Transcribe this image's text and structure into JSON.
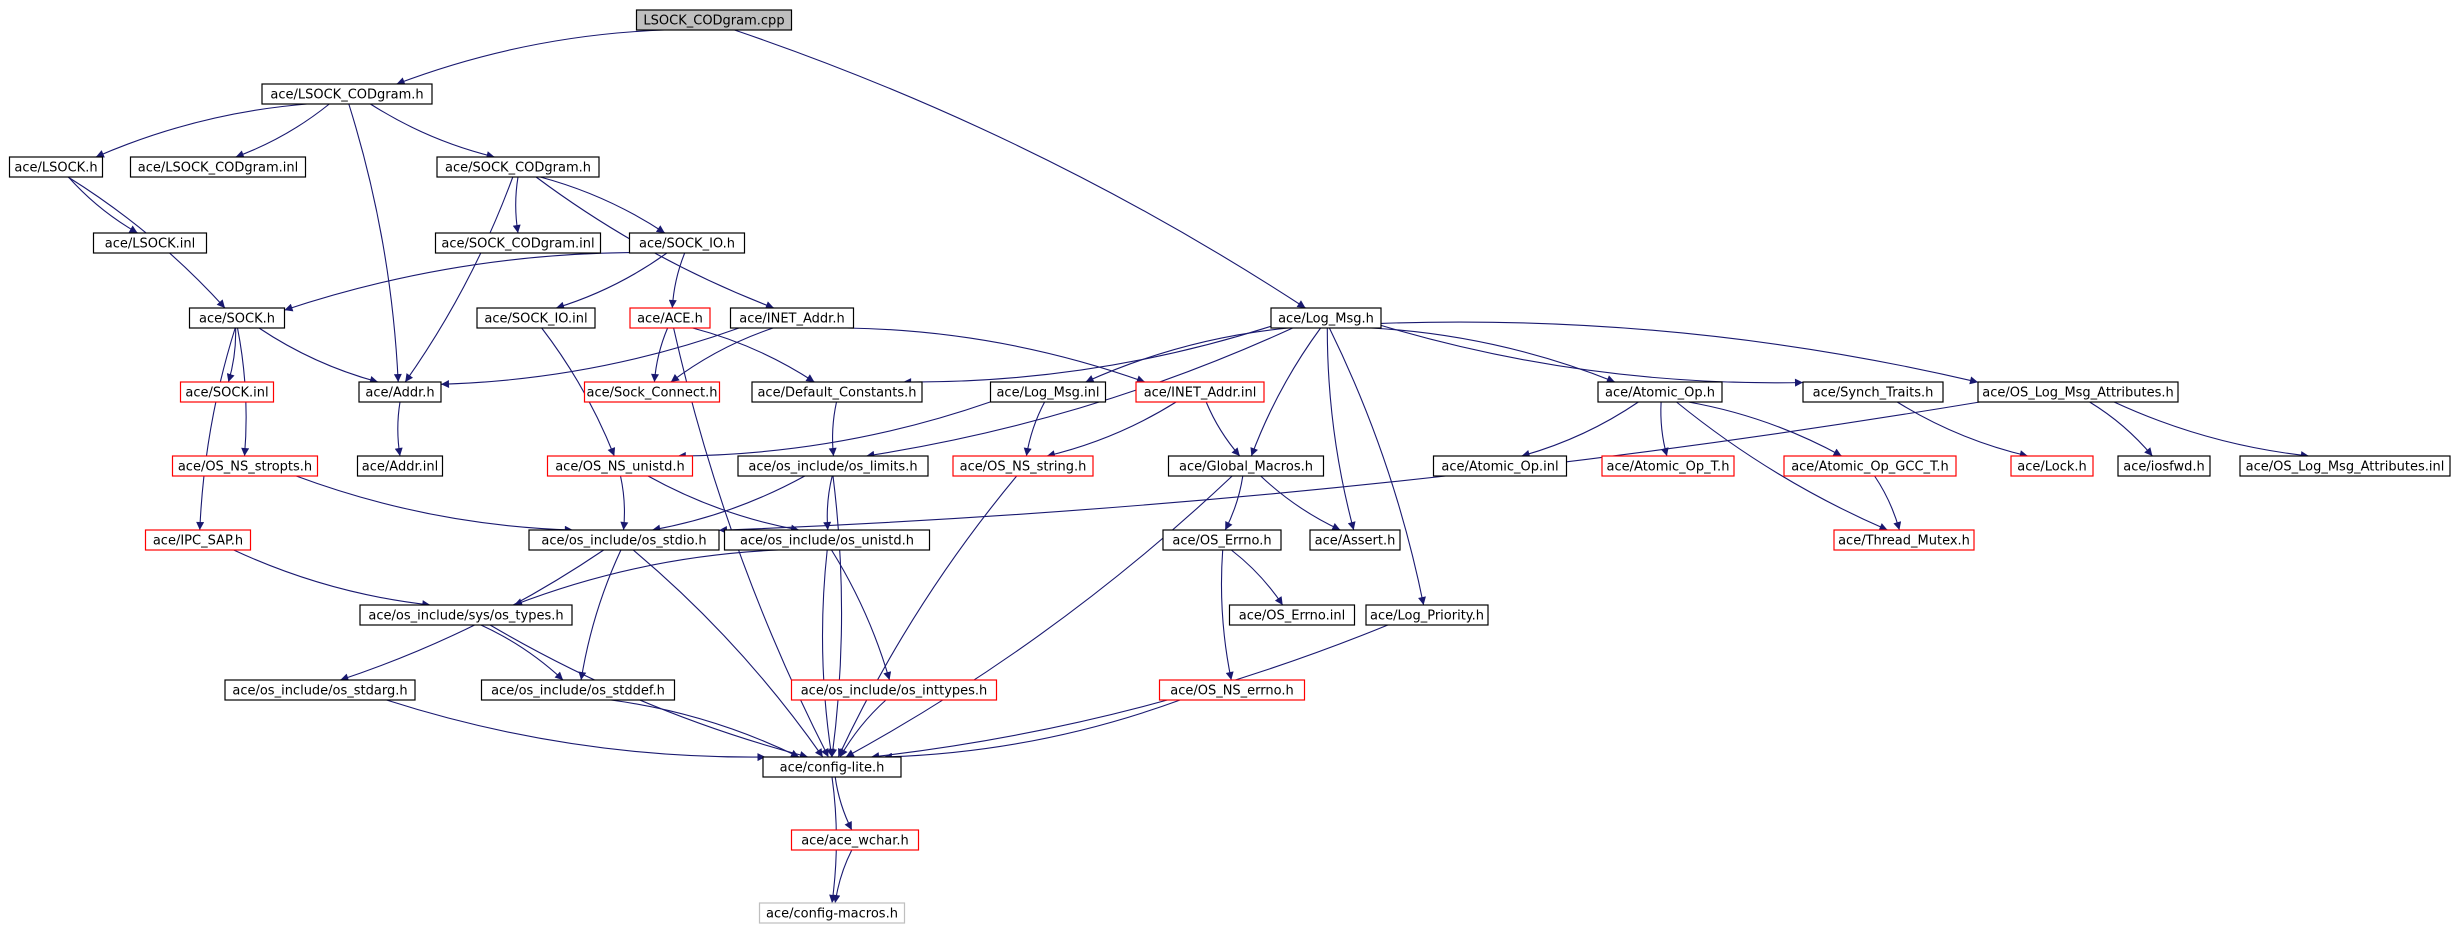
{
  "diagram": {
    "type": "include-dependency-graph",
    "colors": {
      "background": "#ffffff",
      "edge": "#191970",
      "root_fill": "#bfbfbf",
      "border_documented": "#000000",
      "border_truncated": "#ff0000",
      "border_undocumented": "#bfbfbf"
    },
    "nodes": [
      {
        "id": "root",
        "label": "LSOCK_CODgram.cpp",
        "kind": "root"
      },
      {
        "id": "lsock_codgram_h",
        "label": "ace/LSOCK_CODgram.h",
        "kind": "normal"
      },
      {
        "id": "lsock_h",
        "label": "ace/LSOCK.h",
        "kind": "normal"
      },
      {
        "id": "lsock_codgram_inl",
        "label": "ace/LSOCK_CODgram.inl",
        "kind": "normal"
      },
      {
        "id": "sock_codgram_h",
        "label": "ace/SOCK_CODgram.h",
        "kind": "normal"
      },
      {
        "id": "lsock_inl",
        "label": "ace/LSOCK.inl",
        "kind": "normal"
      },
      {
        "id": "sock_codgram_inl",
        "label": "ace/SOCK_CODgram.inl",
        "kind": "normal"
      },
      {
        "id": "sock_io_h",
        "label": "ace/SOCK_IO.h",
        "kind": "normal"
      },
      {
        "id": "sock_h",
        "label": "ace/SOCK.h",
        "kind": "normal"
      },
      {
        "id": "sock_io_inl",
        "label": "ace/SOCK_IO.inl",
        "kind": "normal"
      },
      {
        "id": "ace_h",
        "label": "ace/ACE.h",
        "kind": "truncated"
      },
      {
        "id": "inet_addr_h",
        "label": "ace/INET_Addr.h",
        "kind": "normal"
      },
      {
        "id": "log_msg_h",
        "label": "ace/Log_Msg.h",
        "kind": "normal"
      },
      {
        "id": "sock_inl",
        "label": "ace/SOCK.inl",
        "kind": "truncated"
      },
      {
        "id": "addr_h",
        "label": "ace/Addr.h",
        "kind": "normal"
      },
      {
        "id": "sock_connect_h",
        "label": "ace/Sock_Connect.h",
        "kind": "truncated"
      },
      {
        "id": "default_constants_h",
        "label": "ace/Default_Constants.h",
        "kind": "normal"
      },
      {
        "id": "log_msg_inl",
        "label": "ace/Log_Msg.inl",
        "kind": "normal"
      },
      {
        "id": "inet_addr_inl",
        "label": "ace/INET_Addr.inl",
        "kind": "truncated"
      },
      {
        "id": "atomic_op_h",
        "label": "ace/Atomic_Op.h",
        "kind": "normal"
      },
      {
        "id": "synch_traits_h",
        "label": "ace/Synch_Traits.h",
        "kind": "normal"
      },
      {
        "id": "os_log_msg_attributes_h",
        "label": "ace/OS_Log_Msg_Attributes.h",
        "kind": "normal"
      },
      {
        "id": "os_ns_stropts_h",
        "label": "ace/OS_NS_stropts.h",
        "kind": "truncated"
      },
      {
        "id": "addr_inl",
        "label": "ace/Addr.inl",
        "kind": "normal"
      },
      {
        "id": "os_ns_unistd_h",
        "label": "ace/OS_NS_unistd.h",
        "kind": "truncated"
      },
      {
        "id": "os_limits_h",
        "label": "ace/os_include/os_limits.h",
        "kind": "normal"
      },
      {
        "id": "os_ns_string_h",
        "label": "ace/OS_NS_string.h",
        "kind": "truncated"
      },
      {
        "id": "global_macros_h",
        "label": "ace/Global_Macros.h",
        "kind": "normal"
      },
      {
        "id": "atomic_op_inl",
        "label": "ace/Atomic_Op.inl",
        "kind": "normal"
      },
      {
        "id": "atomic_op_t_h",
        "label": "ace/Atomic_Op_T.h",
        "kind": "truncated"
      },
      {
        "id": "atomic_op_gcc_t_h",
        "label": "ace/Atomic_Op_GCC_T.h",
        "kind": "truncated"
      },
      {
        "id": "lock_h",
        "label": "ace/Lock.h",
        "kind": "truncated"
      },
      {
        "id": "iosfwd_h",
        "label": "ace/iosfwd.h",
        "kind": "normal"
      },
      {
        "id": "os_log_msg_attributes_inl",
        "label": "ace/OS_Log_Msg_Attributes.inl",
        "kind": "normal"
      },
      {
        "id": "ipc_sap_h",
        "label": "ace/IPC_SAP.h",
        "kind": "truncated"
      },
      {
        "id": "os_stdio_h",
        "label": "ace/os_include/os_stdio.h",
        "kind": "normal"
      },
      {
        "id": "os_unistd_h",
        "label": "ace/os_include/os_unistd.h",
        "kind": "normal"
      },
      {
        "id": "os_errno_h",
        "label": "ace/OS_Errno.h",
        "kind": "normal"
      },
      {
        "id": "assert_h",
        "label": "ace/Assert.h",
        "kind": "normal"
      },
      {
        "id": "thread_mutex_h",
        "label": "ace/Thread_Mutex.h",
        "kind": "truncated"
      },
      {
        "id": "os_types_h",
        "label": "ace/os_include/sys/os_types.h",
        "kind": "normal"
      },
      {
        "id": "os_errno_inl",
        "label": "ace/OS_Errno.inl",
        "kind": "normal"
      },
      {
        "id": "log_priority_h",
        "label": "ace/Log_Priority.h",
        "kind": "normal"
      },
      {
        "id": "os_stdarg_h",
        "label": "ace/os_include/os_stdarg.h",
        "kind": "normal"
      },
      {
        "id": "os_stddef_h",
        "label": "ace/os_include/os_stddef.h",
        "kind": "normal"
      },
      {
        "id": "os_inttypes_h",
        "label": "ace/os_include/os_inttypes.h",
        "kind": "truncated"
      },
      {
        "id": "os_ns_errno_h",
        "label": "ace/OS_NS_errno.h",
        "kind": "truncated"
      },
      {
        "id": "config_lite_h",
        "label": "ace/config-lite.h",
        "kind": "normal"
      },
      {
        "id": "ace_wchar_h",
        "label": "ace/ace_wchar.h",
        "kind": "truncated"
      },
      {
        "id": "config_macros_h",
        "label": "ace/config-macros.h",
        "kind": "undocumented"
      }
    ],
    "edges": [
      [
        "root",
        "lsock_codgram_h"
      ],
      [
        "root",
        "log_msg_h"
      ],
      [
        "lsock_codgram_h",
        "lsock_h"
      ],
      [
        "lsock_codgram_h",
        "lsock_codgram_inl"
      ],
      [
        "lsock_codgram_h",
        "sock_codgram_h"
      ],
      [
        "lsock_codgram_h",
        "addr_h"
      ],
      [
        "lsock_h",
        "lsock_inl"
      ],
      [
        "lsock_h",
        "sock_h"
      ],
      [
        "sock_codgram_h",
        "sock_codgram_inl"
      ],
      [
        "sock_codgram_h",
        "sock_io_h"
      ],
      [
        "sock_codgram_h",
        "inet_addr_h"
      ],
      [
        "sock_codgram_h",
        "addr_h"
      ],
      [
        "sock_io_h",
        "sock_h"
      ],
      [
        "sock_io_h",
        "sock_io_inl"
      ],
      [
        "sock_io_h",
        "ace_h"
      ],
      [
        "sock_h",
        "sock_inl"
      ],
      [
        "sock_h",
        "addr_h"
      ],
      [
        "sock_h",
        "os_ns_stropts_h"
      ],
      [
        "sock_h",
        "ipc_sap_h"
      ],
      [
        "sock_io_inl",
        "os_ns_unistd_h"
      ],
      [
        "ace_h",
        "sock_connect_h"
      ],
      [
        "ace_h",
        "default_constants_h"
      ],
      [
        "ace_h",
        "config_lite_h"
      ],
      [
        "inet_addr_h",
        "addr_h"
      ],
      [
        "inet_addr_h",
        "sock_connect_h"
      ],
      [
        "inet_addr_h",
        "inet_addr_inl"
      ],
      [
        "addr_h",
        "addr_inl"
      ],
      [
        "log_msg_h",
        "default_constants_h"
      ],
      [
        "log_msg_h",
        "log_msg_inl"
      ],
      [
        "log_msg_h",
        "os_limits_h"
      ],
      [
        "log_msg_h",
        "global_macros_h"
      ],
      [
        "log_msg_h",
        "atomic_op_h"
      ],
      [
        "log_msg_h",
        "synch_traits_h"
      ],
      [
        "log_msg_h",
        "os_log_msg_attributes_h"
      ],
      [
        "log_msg_h",
        "assert_h"
      ],
      [
        "log_msg_h",
        "log_priority_h"
      ],
      [
        "default_constants_h",
        "os_limits_h"
      ],
      [
        "log_msg_inl",
        "os_ns_unistd_h"
      ],
      [
        "log_msg_inl",
        "os_ns_string_h"
      ],
      [
        "inet_addr_inl",
        "os_ns_string_h"
      ],
      [
        "inet_addr_inl",
        "global_macros_h"
      ],
      [
        "atomic_op_h",
        "atomic_op_inl"
      ],
      [
        "atomic_op_h",
        "atomic_op_t_h"
      ],
      [
        "atomic_op_h",
        "atomic_op_gcc_t_h"
      ],
      [
        "atomic_op_h",
        "thread_mutex_h"
      ],
      [
        "atomic_op_gcc_t_h",
        "thread_mutex_h"
      ],
      [
        "synch_traits_h",
        "lock_h"
      ],
      [
        "os_log_msg_attributes_h",
        "iosfwd_h"
      ],
      [
        "os_log_msg_attributes_h",
        "os_log_msg_attributes_inl"
      ],
      [
        "os_log_msg_attributes_h",
        "os_stdio_h"
      ],
      [
        "os_ns_stropts_h",
        "os_stdio_h"
      ],
      [
        "os_ns_unistd_h",
        "os_stdio_h"
      ],
      [
        "os_ns_unistd_h",
        "os_unistd_h"
      ],
      [
        "os_limits_h",
        "os_stdio_h"
      ],
      [
        "os_limits_h",
        "os_unistd_h"
      ],
      [
        "os_limits_h",
        "config_lite_h"
      ],
      [
        "os_ns_string_h",
        "config_lite_h"
      ],
      [
        "global_macros_h",
        "os_errno_h"
      ],
      [
        "global_macros_h",
        "assert_h"
      ],
      [
        "global_macros_h",
        "config_lite_h"
      ],
      [
        "ipc_sap_h",
        "os_types_h"
      ],
      [
        "os_stdio_h",
        "os_stdarg_h"
      ],
      [
        "os_stdio_h",
        "os_stddef_h"
      ],
      [
        "os_stdio_h",
        "config_lite_h"
      ],
      [
        "os_unistd_h",
        "os_types_h"
      ],
      [
        "os_unistd_h",
        "os_inttypes_h"
      ],
      [
        "os_unistd_h",
        "config_lite_h"
      ],
      [
        "os_errno_h",
        "os_errno_inl"
      ],
      [
        "os_errno_h",
        "os_ns_errno_h"
      ],
      [
        "os_types_h",
        "os_stddef_h"
      ],
      [
        "os_types_h",
        "config_lite_h"
      ],
      [
        "log_priority_h",
        "config_lite_h"
      ],
      [
        "os_stdarg_h",
        "config_lite_h"
      ],
      [
        "os_stddef_h",
        "config_lite_h"
      ],
      [
        "os_inttypes_h",
        "config_lite_h"
      ],
      [
        "os_ns_errno_h",
        "config_lite_h"
      ],
      [
        "config_lite_h",
        "ace_wchar_h"
      ],
      [
        "config_lite_h",
        "config_macros_h"
      ],
      [
        "ace_wchar_h",
        "config_macros_h"
      ]
    ]
  }
}
